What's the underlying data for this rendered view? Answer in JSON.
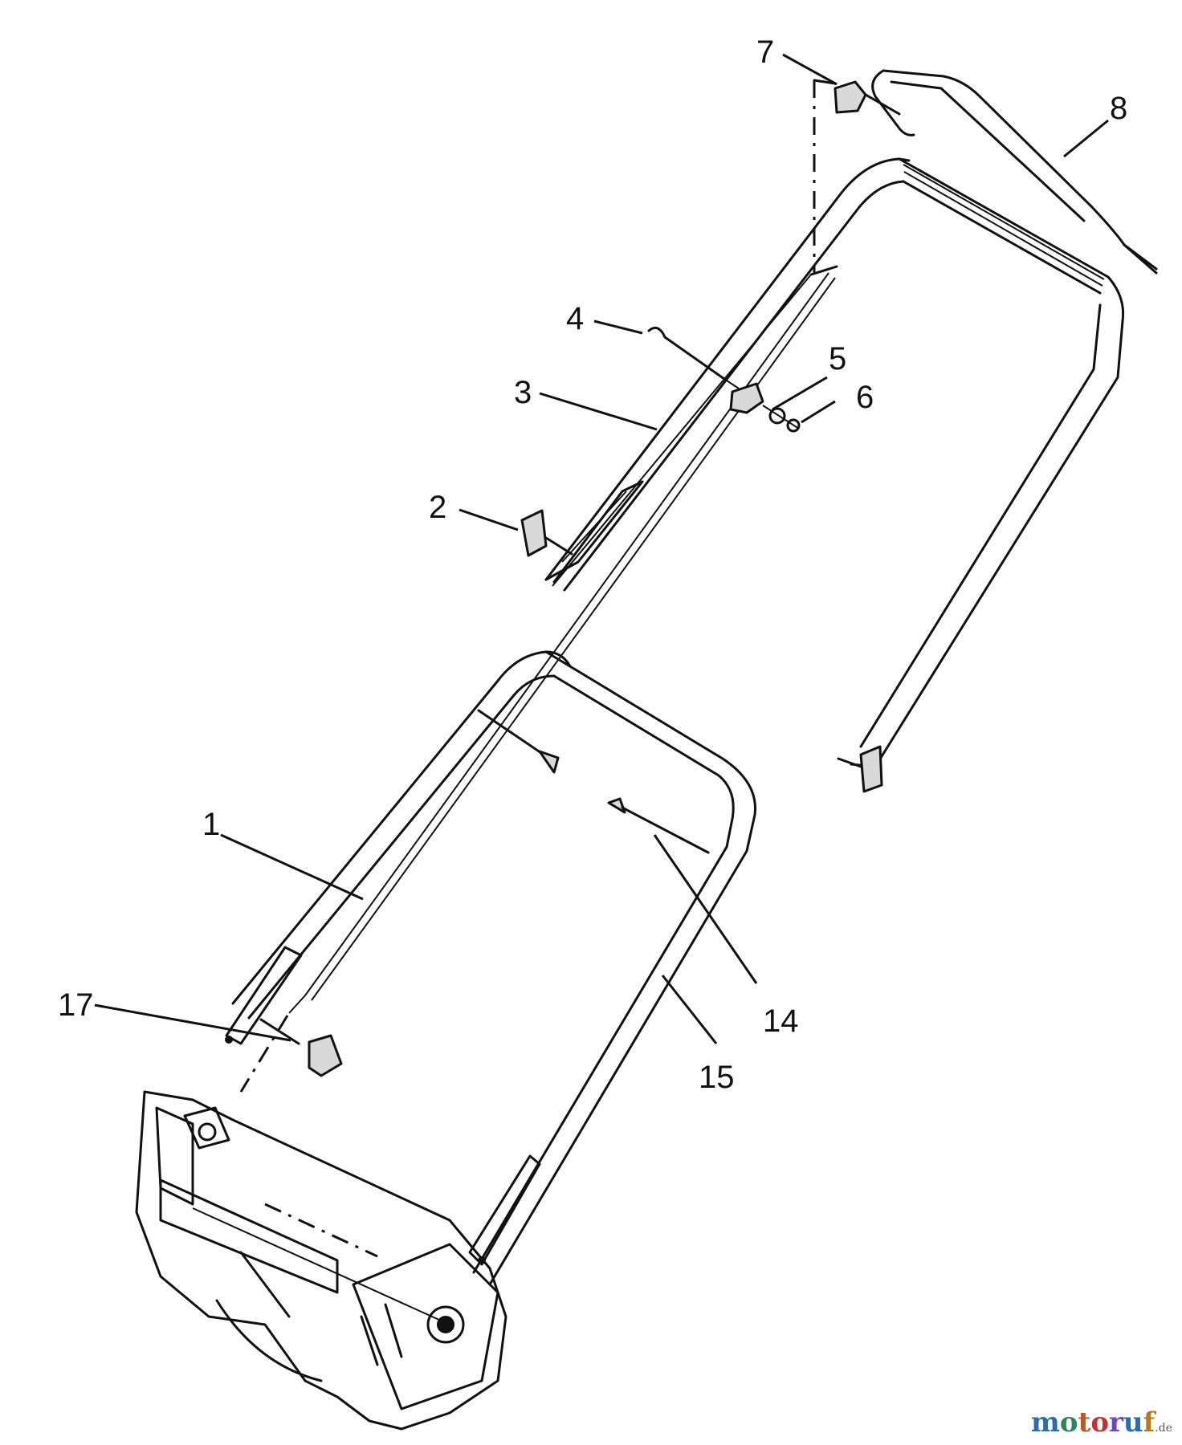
{
  "labels": {
    "p1": "1",
    "p2": "2",
    "p3": "3",
    "p4": "4",
    "p5": "5",
    "p6": "6",
    "p7": "7",
    "p8": "8",
    "p14": "14",
    "p15": "15",
    "p17": "17"
  },
  "watermark": {
    "m1": "m",
    "o1": "o",
    "t": "t",
    "o2": "o",
    "r": "r",
    "u": "u",
    "f": "f",
    "suffix": ".de"
  },
  "colors": {
    "ink": "#111111",
    "shade": "#d9d9d9",
    "wm_m": "#2b6cb0",
    "wm_o1": "#2f855a",
    "wm_t": "#c05621",
    "wm_o2": "#c53030",
    "wm_r": "#6b46c1",
    "wm_u": "#2b6cb0",
    "wm_f": "#b7791f"
  }
}
